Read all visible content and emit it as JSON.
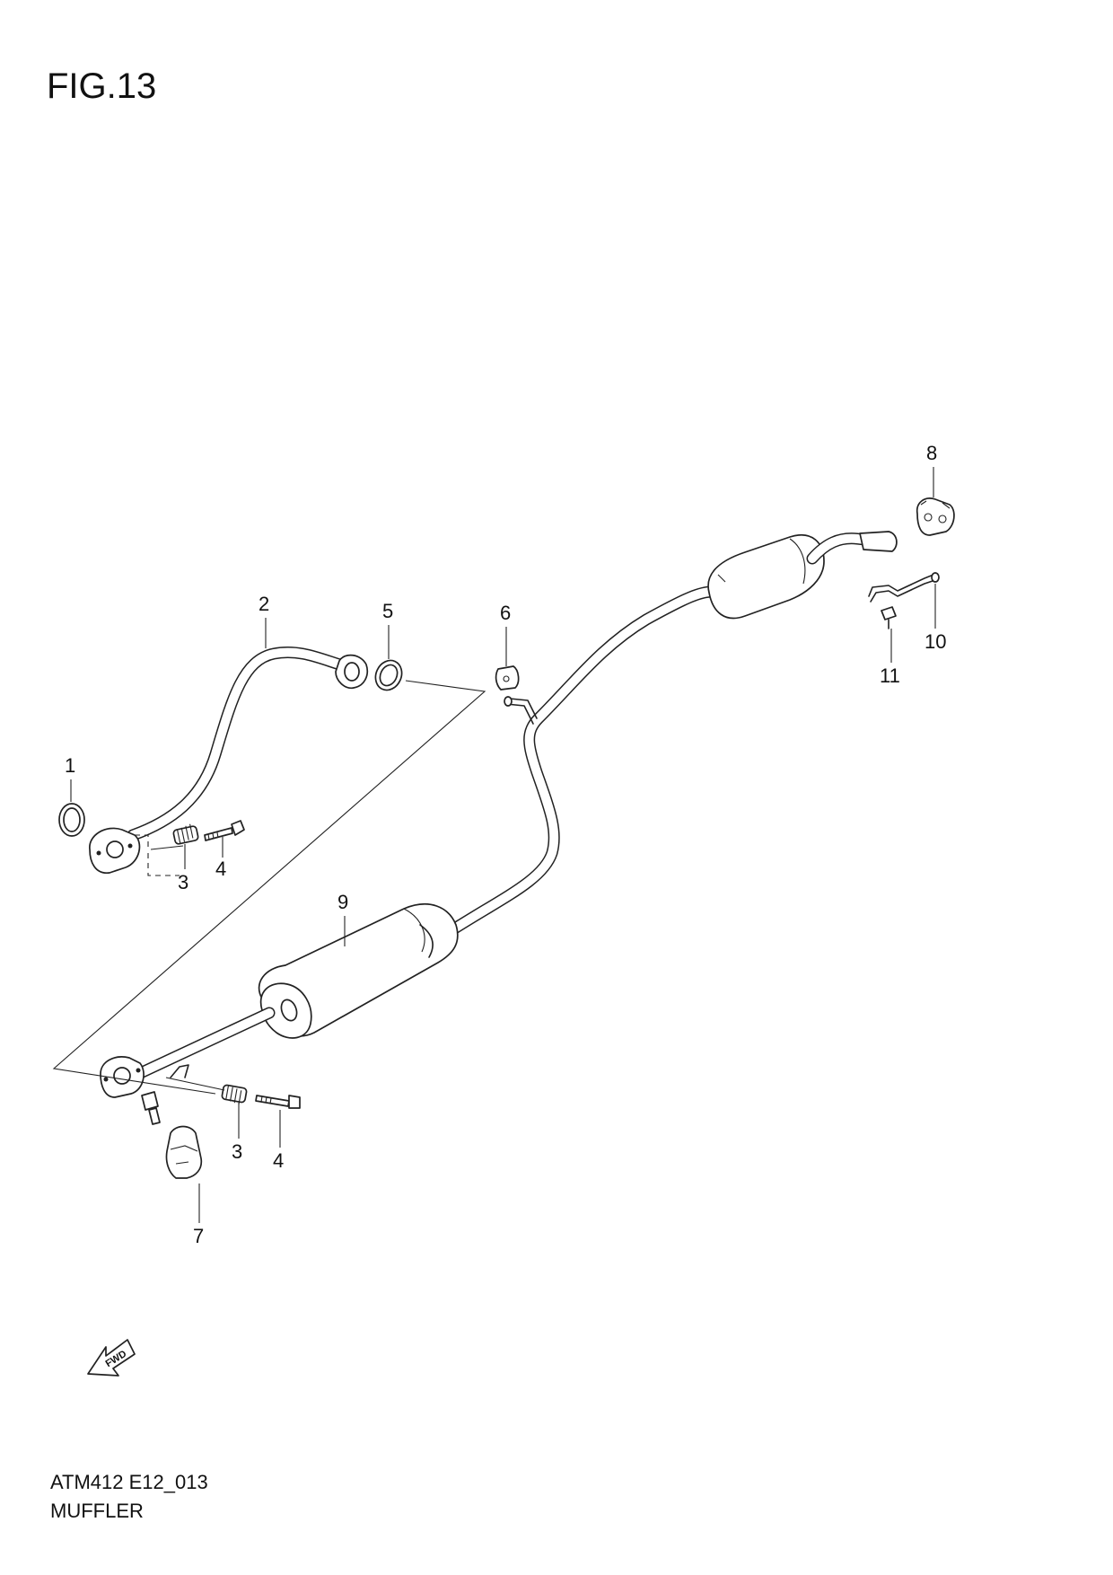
{
  "figure": {
    "title": "FIG.13"
  },
  "callouts": {
    "c1": "1",
    "c2": "2",
    "c3a": "3",
    "c3b": "3",
    "c4a": "4",
    "c4b": "4",
    "c5": "5",
    "c6": "6",
    "c7": "7",
    "c8": "8",
    "c9": "9",
    "c10": "10",
    "c11": "11"
  },
  "fwd_arrow": {
    "label": "FWD",
    "icon": "forward-arrow-icon"
  },
  "footer": {
    "code": "ATM412 E12_013",
    "name": "MUFFLER"
  }
}
